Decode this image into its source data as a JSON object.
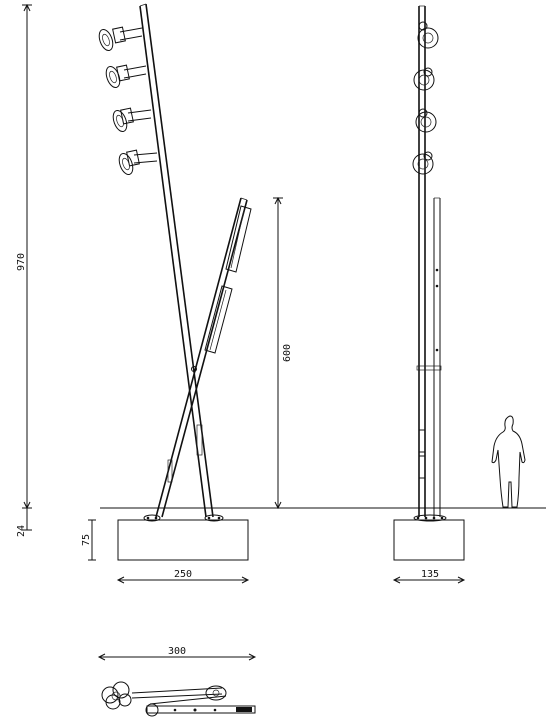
{
  "drawing": {
    "dimensions": {
      "total_height": "970",
      "base_offset": "24",
      "base_height": "75",
      "base_width_side": "250",
      "base_width_front": "135",
      "sign_height": "600",
      "plan_width": "300"
    },
    "line_color": "#111111",
    "background": "#ffffff"
  }
}
